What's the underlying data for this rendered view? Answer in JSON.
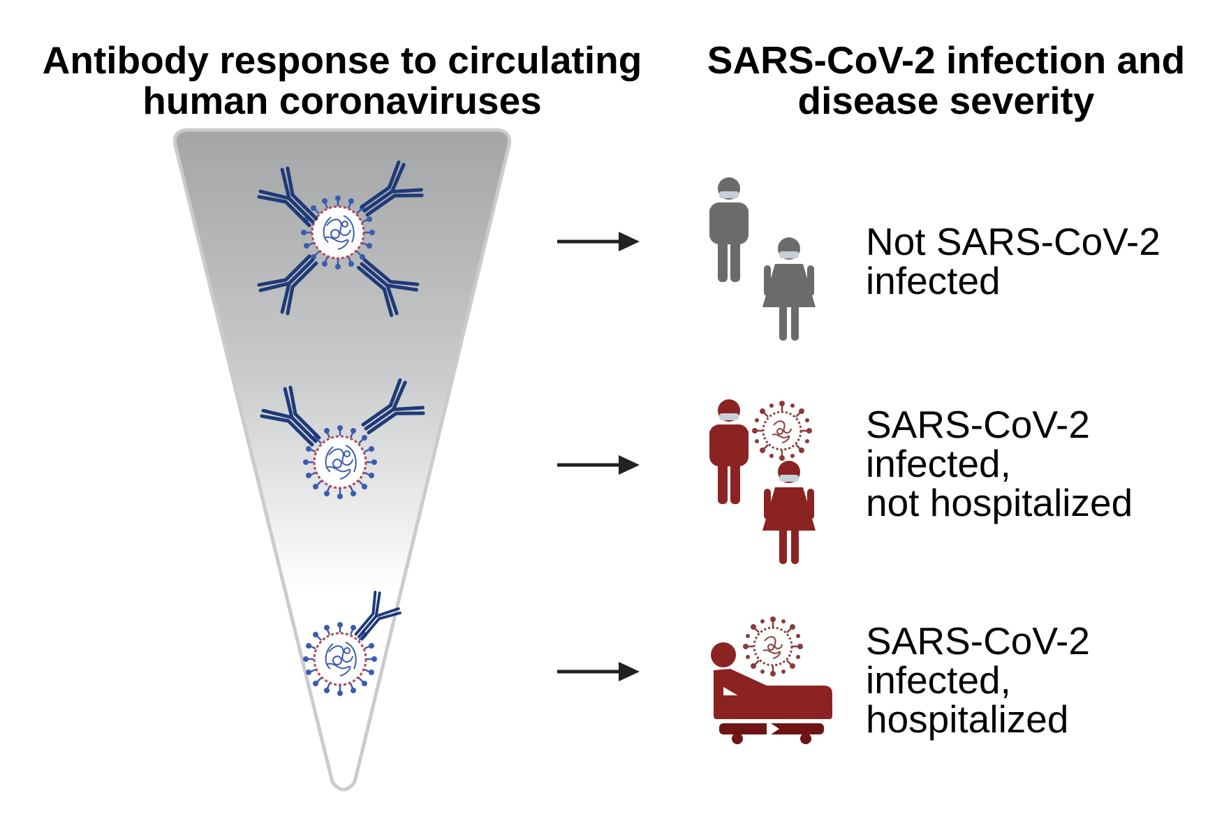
{
  "headings": {
    "left": {
      "line1": "Antibody response to circulating",
      "line2": "human coronaviruses"
    },
    "right": {
      "line1": "SARS-CoV-2 infection and",
      "line2": "disease severity"
    }
  },
  "outcomes": [
    {
      "line1": "Not SARS-CoV-2",
      "line2": "infected"
    },
    {
      "line1": "SARS-CoV-2",
      "line2": "infected,",
      "line3": "not hospitalized"
    },
    {
      "line1": "SARS-CoV-2",
      "line2": "infected,",
      "line3": "hospitalized"
    }
  ],
  "colors": {
    "antibody": "#1f3a78",
    "virus_blue": "#3b5bb0",
    "virus_spike_red": "#b0475a",
    "person_gray": "#6b6b6b",
    "mask_light": "#c9cfd6",
    "infected_red": "#8b2323",
    "virus_red": "#8b3a3a",
    "arrow": "#222222",
    "funnel_top": "#a8aaab",
    "funnel_border": "#c9cbcd"
  }
}
